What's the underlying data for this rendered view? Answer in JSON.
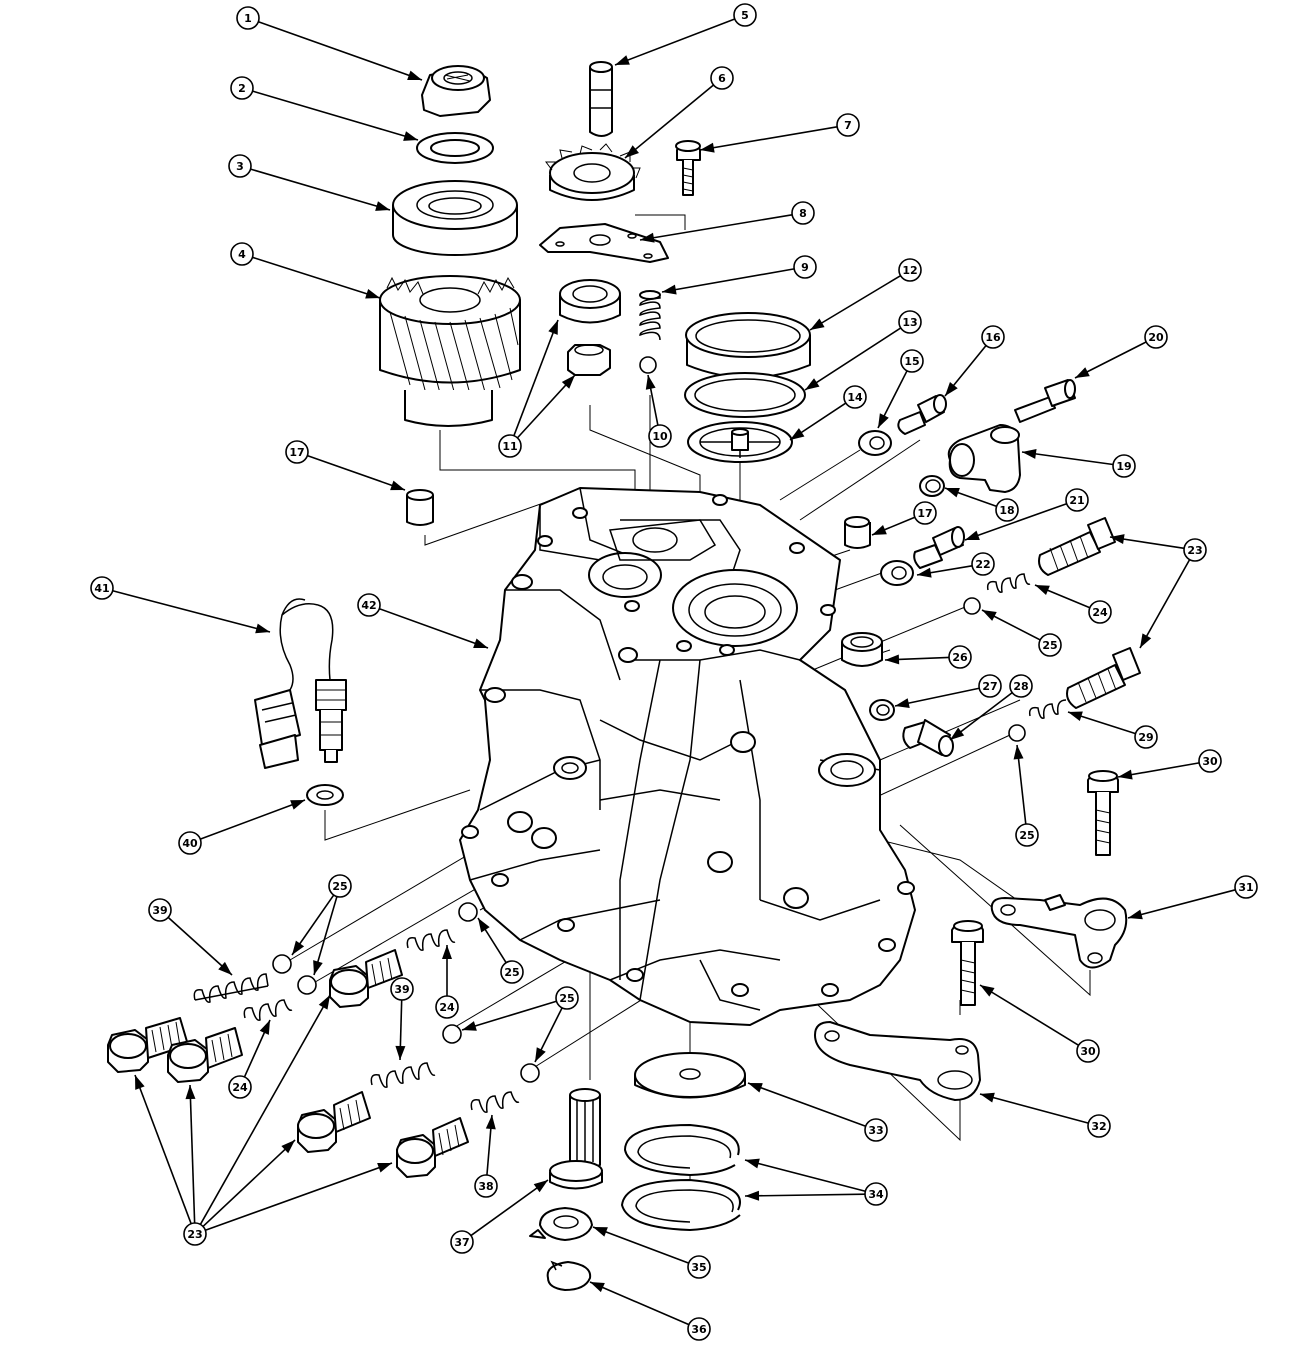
{
  "diagram": {
    "type": "exploded-parts-view",
    "ink_color": "#000000",
    "paper_color": "#ffffff"
  },
  "callouts": [
    {
      "id": "c1",
      "label": "1"
    },
    {
      "id": "c2",
      "label": "2"
    },
    {
      "id": "c3",
      "label": "3"
    },
    {
      "id": "c4",
      "label": "4"
    },
    {
      "id": "c5",
      "label": "5"
    },
    {
      "id": "c6",
      "label": "6"
    },
    {
      "id": "c7",
      "label": "7"
    },
    {
      "id": "c8",
      "label": "8"
    },
    {
      "id": "c9",
      "label": "9"
    },
    {
      "id": "c10",
      "label": "10"
    },
    {
      "id": "c11",
      "label": "11"
    },
    {
      "id": "c12",
      "label": "12"
    },
    {
      "id": "c13",
      "label": "13"
    },
    {
      "id": "c14",
      "label": "14"
    },
    {
      "id": "c15",
      "label": "15"
    },
    {
      "id": "c16",
      "label": "16"
    },
    {
      "id": "c17a",
      "label": "17"
    },
    {
      "id": "c17b",
      "label": "17"
    },
    {
      "id": "c18",
      "label": "18"
    },
    {
      "id": "c19",
      "label": "19"
    },
    {
      "id": "c20",
      "label": "20"
    },
    {
      "id": "c21",
      "label": "21"
    },
    {
      "id": "c22",
      "label": "22"
    },
    {
      "id": "c23a",
      "label": "23"
    },
    {
      "id": "c23b",
      "label": "23"
    },
    {
      "id": "c24a",
      "label": "24"
    },
    {
      "id": "c24b",
      "label": "24"
    },
    {
      "id": "c24c",
      "label": "24"
    },
    {
      "id": "c25a",
      "label": "25"
    },
    {
      "id": "c25b",
      "label": "25"
    },
    {
      "id": "c25c",
      "label": "25"
    },
    {
      "id": "c25d",
      "label": "25"
    },
    {
      "id": "c25e",
      "label": "25"
    },
    {
      "id": "c26",
      "label": "26"
    },
    {
      "id": "c27",
      "label": "27"
    },
    {
      "id": "c28",
      "label": "28"
    },
    {
      "id": "c29",
      "label": "29"
    },
    {
      "id": "c30a",
      "label": "30"
    },
    {
      "id": "c30b",
      "label": "30"
    },
    {
      "id": "c31",
      "label": "31"
    },
    {
      "id": "c32",
      "label": "32"
    },
    {
      "id": "c33",
      "label": "33"
    },
    {
      "id": "c34",
      "label": "34"
    },
    {
      "id": "c35",
      "label": "35"
    },
    {
      "id": "c36",
      "label": "36"
    },
    {
      "id": "c37",
      "label": "37"
    },
    {
      "id": "c38",
      "label": "38"
    },
    {
      "id": "c39a",
      "label": "39"
    },
    {
      "id": "c39b",
      "label": "39"
    },
    {
      "id": "c40",
      "label": "40"
    },
    {
      "id": "c41",
      "label": "41"
    },
    {
      "id": "c42",
      "label": "42"
    }
  ]
}
